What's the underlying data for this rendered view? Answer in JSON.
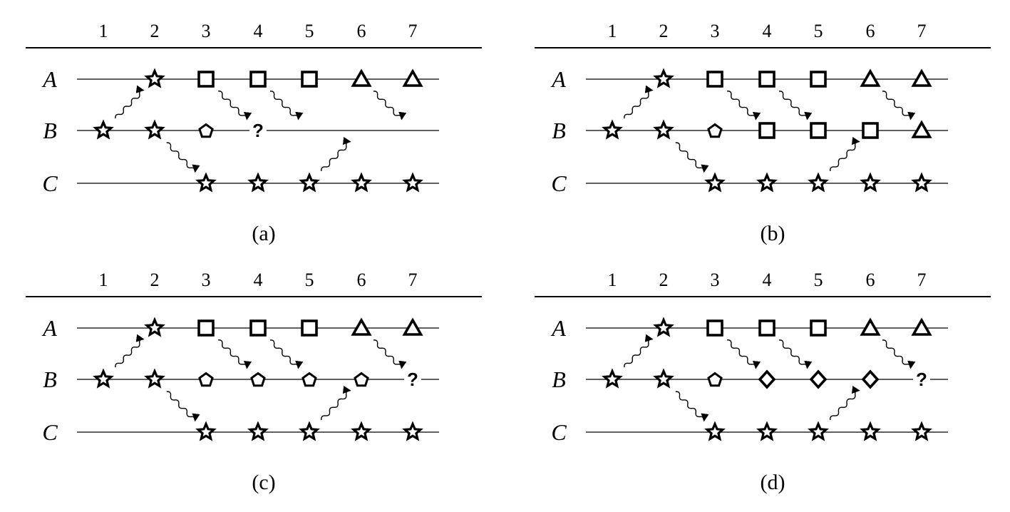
{
  "columns": [
    "1",
    "2",
    "3",
    "4",
    "5",
    "6",
    "7"
  ],
  "row_labels": [
    "A",
    "B",
    "C"
  ],
  "panels": [
    {
      "caption": "(a)",
      "rows": {
        "A": [
          null,
          "star",
          "square",
          "square",
          "square",
          "triangle",
          "triangle"
        ],
        "B": [
          "star",
          "star",
          "pentagon",
          "?",
          null,
          null,
          null
        ],
        "C": [
          null,
          null,
          "star",
          "star",
          "star",
          "star",
          "star"
        ]
      },
      "messages": [
        {
          "from": "B1",
          "to": "A2"
        },
        {
          "from": "B2",
          "to": "C3"
        },
        {
          "from": "A3",
          "to": "B4"
        },
        {
          "from": "A4",
          "to": "B5"
        },
        {
          "from": "A6",
          "to": "B7"
        },
        {
          "from": "C5",
          "to": "B6"
        }
      ]
    },
    {
      "caption": "(b)",
      "rows": {
        "A": [
          null,
          "star",
          "square",
          "square",
          "square",
          "triangle",
          "triangle"
        ],
        "B": [
          "star",
          "star",
          "pentagon",
          "square",
          "square",
          "square",
          "triangle"
        ],
        "C": [
          null,
          null,
          "star",
          "star",
          "star",
          "star",
          "star"
        ]
      },
      "messages": [
        {
          "from": "B1",
          "to": "A2"
        },
        {
          "from": "B2",
          "to": "C3"
        },
        {
          "from": "A3",
          "to": "B4"
        },
        {
          "from": "A4",
          "to": "B5"
        },
        {
          "from": "A6",
          "to": "B7"
        },
        {
          "from": "C5",
          "to": "B6"
        }
      ]
    },
    {
      "caption": "(c)",
      "rows": {
        "A": [
          null,
          "star",
          "square",
          "square",
          "square",
          "triangle",
          "triangle"
        ],
        "B": [
          "star",
          "star",
          "pentagon",
          "pentagon",
          "pentagon",
          "pentagon",
          "?"
        ],
        "C": [
          null,
          null,
          "star",
          "star",
          "star",
          "star",
          "star"
        ]
      },
      "messages": [
        {
          "from": "B1",
          "to": "A2"
        },
        {
          "from": "B2",
          "to": "C3"
        },
        {
          "from": "A3",
          "to": "B4"
        },
        {
          "from": "A4",
          "to": "B5"
        },
        {
          "from": "A6",
          "to": "B7"
        },
        {
          "from": "C5",
          "to": "B6"
        }
      ]
    },
    {
      "caption": "(d)",
      "rows": {
        "A": [
          null,
          "star",
          "square",
          "square",
          "square",
          "triangle",
          "triangle"
        ],
        "B": [
          "star",
          "star",
          "pentagon",
          "diamond",
          "diamond",
          "diamond",
          "?"
        ],
        "C": [
          null,
          null,
          "star",
          "star",
          "star",
          "star",
          "star"
        ]
      },
      "messages": [
        {
          "from": "B1",
          "to": "A2"
        },
        {
          "from": "B2",
          "to": "C3"
        },
        {
          "from": "A3",
          "to": "B4"
        },
        {
          "from": "A4",
          "to": "B5"
        },
        {
          "from": "A6",
          "to": "B7"
        },
        {
          "from": "C5",
          "to": "B6"
        }
      ]
    }
  ]
}
